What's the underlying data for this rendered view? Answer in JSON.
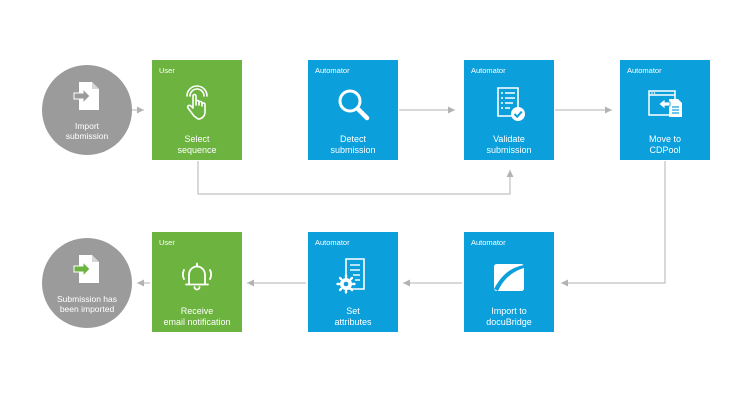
{
  "colors": {
    "user_box": "#6db33f",
    "automator_box": "#0b9fdc",
    "endpoint_circle": "#9b9b9b",
    "connector": "#b3b3b3",
    "file_arrow": "#6db33f"
  },
  "nodes": {
    "import_submission": {
      "label": "Import\nsubmission",
      "icon": "file-import-icon"
    },
    "select_sequence": {
      "role": "User",
      "label": "Select\nsequence",
      "icon": "tap-hand-icon"
    },
    "detect_submission": {
      "role": "Automator",
      "label": "Detect\nsubmission",
      "icon": "magnifier-icon"
    },
    "validate_submission": {
      "role": "Automator",
      "label": "Validate\nsubmission",
      "icon": "checklist-check-icon"
    },
    "move_to_cdpool": {
      "role": "Automator",
      "label": "Move to\nCDPool",
      "icon": "window-move-icon"
    },
    "import_to_docubridge": {
      "role": "Automator",
      "label": "Import to\ndocuBridge",
      "icon": "docubridge-logo-icon"
    },
    "set_attributes": {
      "role": "Automator",
      "label": "Set\nattributes",
      "icon": "document-gear-icon"
    },
    "receive_email": {
      "role": "User",
      "label": "Receive\nemail notification",
      "icon": "ringing-bell-icon"
    },
    "submission_imported": {
      "label": "Submission has\nbeen imported",
      "icon": "file-imported-icon"
    }
  }
}
